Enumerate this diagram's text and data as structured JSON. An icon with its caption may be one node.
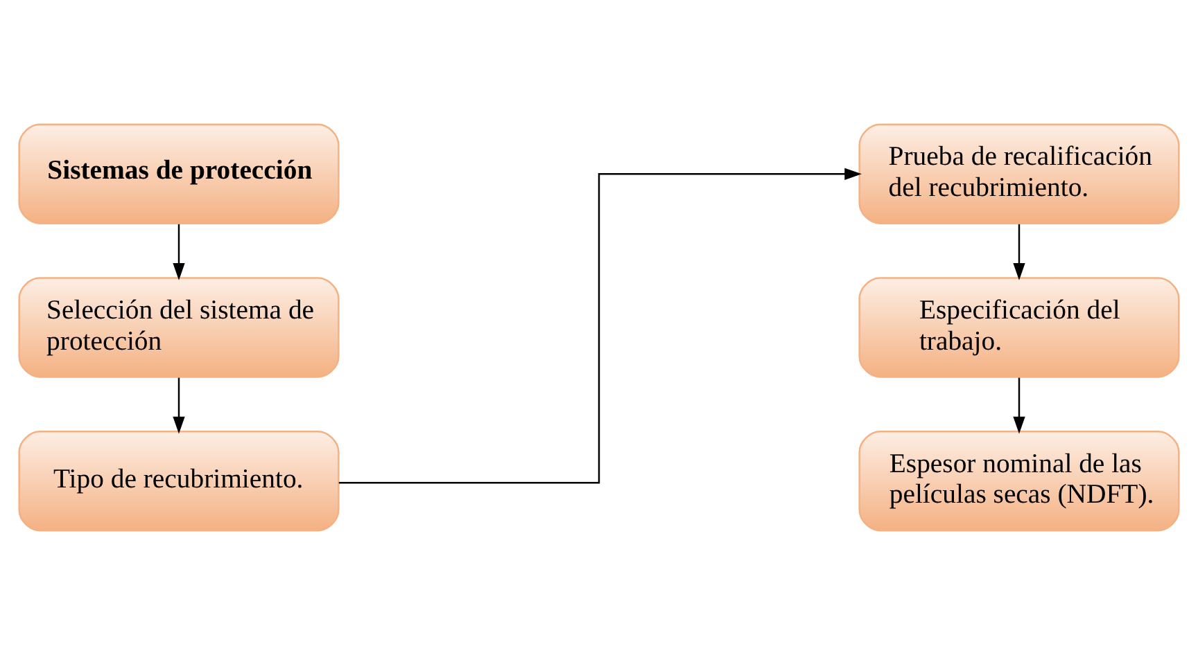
{
  "diagram": {
    "nodes": [
      {
        "text": [
          "Sistemas de protección"
        ]
      },
      {
        "text": [
          "Selección del sistema de protección"
        ]
      },
      {
        "text": [
          "Tipo de recubrimiento."
        ]
      },
      {
        "text": [
          "Prueba de recalificación del recubrimiento."
        ]
      },
      {
        "text": [
          "Especificación del trabajo."
        ]
      },
      {
        "text": [
          "Espesor nominal de las películas secas (NDFT)."
        ]
      }
    ],
    "edges": [
      {
        "from": 0,
        "to": 1,
        "arrow": "to"
      },
      {
        "from": 1,
        "to": 2,
        "arrow": "to"
      },
      {
        "from": 2,
        "to": 3,
        "arrow": "to"
      },
      {
        "from": 3,
        "to": 4,
        "arrow": "to"
      },
      {
        "from": 4,
        "to": 5,
        "arrow": "to"
      }
    ]
  }
}
